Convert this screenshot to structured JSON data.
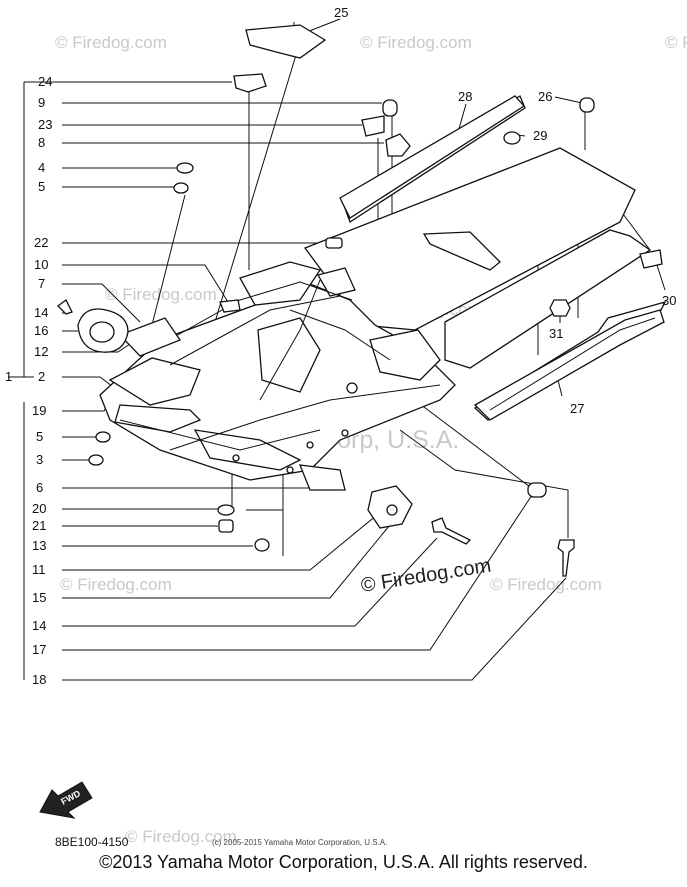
{
  "callouts": {
    "n1": "1",
    "n2": "2",
    "n3": "3",
    "n4": "4",
    "n5a": "5",
    "n5b": "5",
    "n6": "6",
    "n7": "7",
    "n8": "8",
    "n9": "9",
    "n10": "10",
    "n11": "11",
    "n12": "12",
    "n13": "13",
    "n14a": "14",
    "n14b": "14",
    "n15": "15",
    "n16": "16",
    "n17": "17",
    "n18": "18",
    "n19": "19",
    "n20": "20",
    "n21": "21",
    "n22": "22",
    "n23": "23",
    "n24": "24",
    "n25": "25",
    "n26": "26",
    "n27": "27",
    "n28": "28",
    "n29": "29",
    "n30": "30",
    "n31": "31"
  },
  "watermarks": {
    "w1": "© Firedog.com",
    "w2": "© Firedog.com",
    "w3": "© Firedog.com",
    "w4": "© Firedog.com",
    "w5": "© Firedog.com",
    "w6": "© Firedog.com",
    "w7": "© Firedog.com",
    "w8": "© Firedog.com",
    "center": "Yamaha Motor Corp, U.S.A.",
    "prominent": "© Firedog.com"
  },
  "fwd_label": "FWD",
  "diagram_code": "8BE100-4150",
  "small_copyright": "(c) 2005-2015 Yamaha Motor Corporation, U.S.A.",
  "footer_copyright": "©2013 Yamaha Motor Corporation, U.S.A. All rights reserved."
}
